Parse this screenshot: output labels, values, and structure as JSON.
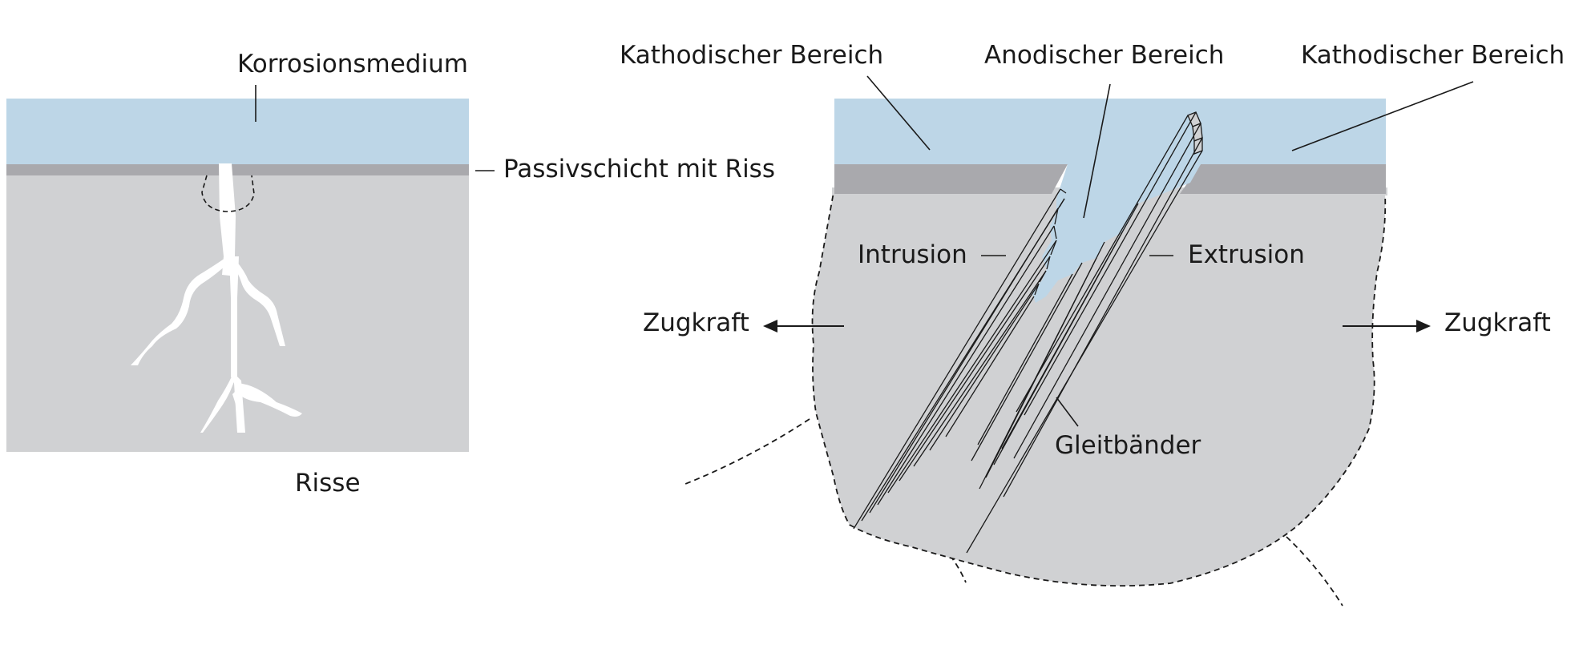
{
  "colors": {
    "medium": "#bdd6e7",
    "passive_layer": "#a9a9ad",
    "metal": "#d0d1d3",
    "crack": "#ffffff",
    "line": "#1a1a1a"
  },
  "left_panel": {
    "medium_label": "Korrosionsmedium",
    "passive_label": "Passivschicht mit Riss",
    "caption": "Risse"
  },
  "right_panel": {
    "cathodic_left_label": "Kathodischer Bereich",
    "anodic_label": "Anodischer Bereich",
    "cathodic_right_label": "Kathodischer Bereich",
    "intrusion_label": "Intrusion",
    "extrusion_label": "Extrusion",
    "slip_bands_label": "Gleitbänder",
    "force_left_label": "Zugkraft",
    "force_right_label": "Zugkraft"
  }
}
